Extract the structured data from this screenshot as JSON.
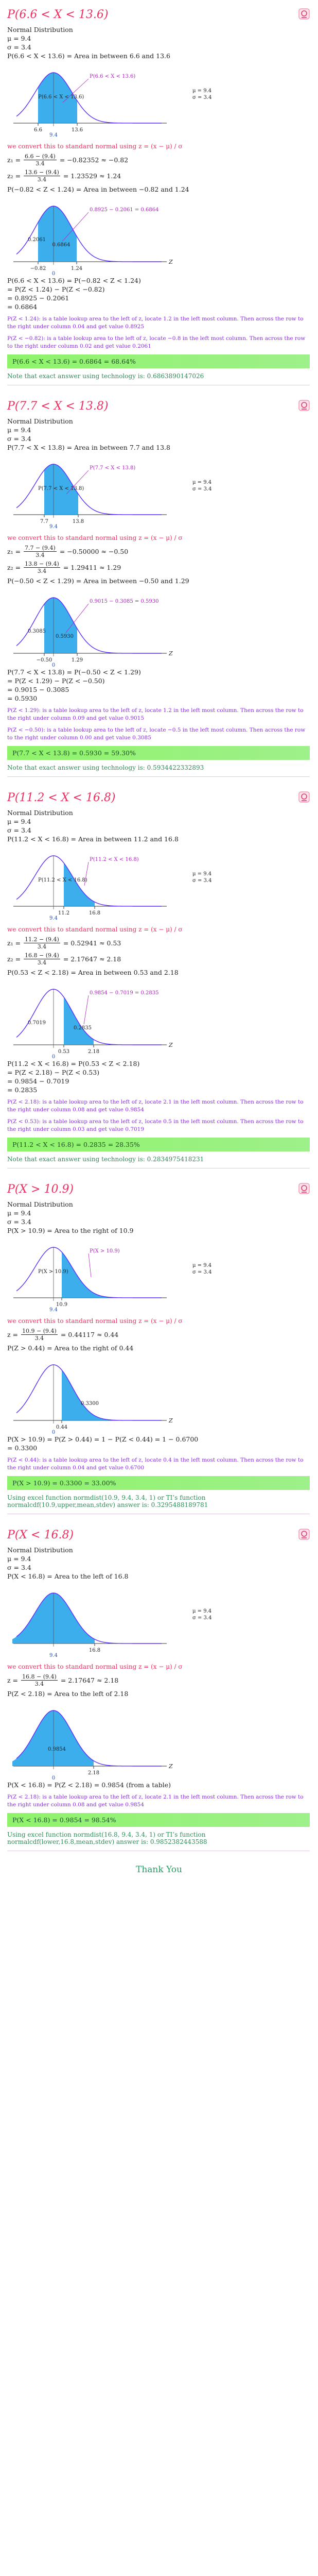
{
  "sections": [
    {
      "title": "P(6.6 < X < 13.6)",
      "intro": [
        "Normal Distribution",
        "μ = 9.4",
        "σ = 3.4",
        "P(6.6 < X < 13.6) = Area in between 6.6 and 13.6"
      ],
      "graph1": {
        "label": "P(6.6 < X < 13.6)",
        "legend_mu": "μ = 9.4",
        "legend_sigma": "σ = 3.4",
        "ticks": [
          "6.6",
          "13.6"
        ],
        "mean_label": "9.4"
      },
      "std_line": "we convert this to standard normal using z = (x − μ) / σ",
      "calcs": [
        {
          "lhs": "z₁ =",
          "num": "6.6 − (9.4)",
          "den": "3.4",
          "rhs": "= −0.82352 ≈ −0.82"
        },
        {
          "lhs": "z₂ =",
          "num": "13.6 − (9.4)",
          "den": "3.4",
          "rhs": "= 1.23529 ≈ 1.24"
        }
      ],
      "after_calc": "P(−0.82 < Z < 1.24) = Area in between −0.82 and 1.24",
      "graph2": {
        "area_label": "0.8925 − 0.2061 = 0.6864",
        "left_val": "0.2061",
        "right_val": "0.6864",
        "ticks": [
          "−0.82",
          "1.24"
        ],
        "axis": "Z"
      },
      "steps": [
        "P(6.6 < X < 13.6) = P(−0.82 < Z < 1.24)",
        "= P(Z < 1.24) − P(Z < −0.82)",
        "= 0.8925 − 0.2061",
        "= 0.6864"
      ],
      "notes": [
        "P(Z < 1.24): is a table lookup area to the left of z, locate 1.2 in the left most column. Then across the row to the right under column 0.04 and get value 0.8925",
        "P(Z < −0.82): is a table lookup area to the left of z, locate −0.8 in the left most column. Then across the row to the right under column 0.02 and get value 0.2061"
      ],
      "result": "P(6.6 < X < 13.6) = 0.6864 = 68.64%",
      "exact": "Note that exact answer using technology is: 0.6863890147026"
    },
    {
      "title": "P(7.7 < X < 13.8)",
      "intro": [
        "Normal Distribution",
        "μ = 9.4",
        "σ = 3.4",
        "P(7.7 < X < 13.8) = Area in between 7.7 and 13.8"
      ],
      "graph1": {
        "label": "P(7.7 < X < 13.8)",
        "legend_mu": "μ = 9.4",
        "legend_sigma": "σ = 3.4",
        "ticks": [
          "7.7",
          "13.8"
        ],
        "mean_label": "9.4"
      },
      "std_line": "we convert this to standard normal using z = (x − μ) / σ",
      "calcs": [
        {
          "lhs": "z₁ =",
          "num": "7.7 − (9.4)",
          "den": "3.4",
          "rhs": "= −0.50000 ≈ −0.50"
        },
        {
          "lhs": "z₂ =",
          "num": "13.8 − (9.4)",
          "den": "3.4",
          "rhs": "= 1.29411 ≈ 1.29"
        }
      ],
      "after_calc": "P(−0.50 < Z < 1.29) = Area in between −0.50 and 1.29",
      "graph2": {
        "area_label": "0.9015 − 0.3085 = 0.5930",
        "left_val": "0.3085",
        "right_val": "0.5930",
        "ticks": [
          "−0.50",
          "1.29"
        ],
        "axis": "Z"
      },
      "steps": [
        "P(7.7 < X < 13.8) = P(−0.50 < Z < 1.29)",
        "= P(Z < 1.29) − P(Z < −0.50)",
        "= 0.9015 − 0.3085",
        "= 0.5930"
      ],
      "notes": [
        "P(Z < 1.29): is a table lookup area to the left of z, locate 1.2 in the left most column. Then across the row to the right under column 0.09 and get value 0.9015",
        "P(Z < −0.50): is a table lookup area to the left of z, locate −0.5 in the left most column. Then across the row to the right under column 0.00 and get value 0.3085"
      ],
      "result": "P(7.7 < X < 13.8) = 0.5930 = 59.30%",
      "exact": "Note that exact answer using technology is: 0.5934422332893"
    },
    {
      "title": "P(11.2 < X < 16.8)",
      "intro": [
        "Normal Distribution",
        "μ = 9.4",
        "σ = 3.4",
        "P(11.2 < X < 16.8) = Area in between 11.2 and 16.8"
      ],
      "graph1": {
        "label": "P(11.2 < X < 16.8)",
        "legend_mu": "μ = 9.4",
        "legend_sigma": "σ = 3.4",
        "ticks": [
          "11.2",
          "16.8"
        ],
        "mean_label": "9.4"
      },
      "std_line": "we convert this to standard normal using z = (x − μ) / σ",
      "calcs": [
        {
          "lhs": "z₁ =",
          "num": "11.2 − (9.4)",
          "den": "3.4",
          "rhs": "= 0.52941 ≈ 0.53"
        },
        {
          "lhs": "z₂ =",
          "num": "16.8 − (9.4)",
          "den": "3.4",
          "rhs": "= 2.17647 ≈ 2.18"
        }
      ],
      "after_calc": "P(0.53 < Z < 2.18) = Area in between 0.53 and 2.18",
      "graph2": {
        "area_label": "0.9854 − 0.7019 = 0.2835",
        "left_val": "0.7019",
        "right_val": "0.2835",
        "ticks": [
          "0.53",
          "2.18"
        ],
        "axis": "Z"
      },
      "steps": [
        "P(11.2 < X < 16.8) = P(0.53 < Z < 2.18)",
        "= P(Z < 2.18) − P(Z < 0.53)",
        "= 0.9854 − 0.7019",
        "= 0.2835"
      ],
      "notes": [
        "P(Z < 2.18): is a table lookup area to the left of z, locate 2.1 in the left most column. Then across the row to the right under column 0.08 and get value 0.9854",
        "P(Z < 0.53): is a table lookup area to the left of z, locate 0.5 in the left most column. Then across the row to the right under column 0.03 and get value 0.7019"
      ],
      "result": "P(11.2 < X < 16.8) = 0.2835 = 28.35%",
      "exact": "Note that exact answer using technology is: 0.2834975418231"
    },
    {
      "title": "P(X > 10.9)",
      "intro": [
        "Normal Distribution",
        "μ = 9.4",
        "σ = 3.4",
        "P(X > 10.9) = Area to the right of 10.9"
      ],
      "graph1": {
        "label": "P(X > 10.9)",
        "legend_mu": "μ = 9.4",
        "legend_sigma": "σ = 3.4",
        "ticks": [
          "10.9"
        ],
        "mean_label": "9.4"
      },
      "std_line": "we convert this to standard normal using z = (x − μ) / σ",
      "calcs": [
        {
          "lhs": "z =",
          "num": "10.9 − (9.4)",
          "den": "3.4",
          "rhs": "= 0.44117 ≈ 0.44"
        }
      ],
      "after_calc": "P(Z > 0.44) = Area to the right of 0.44",
      "graph2": {
        "area_label": "",
        "left_val": "",
        "right_val": "0.3300",
        "ticks": [
          "0.44"
        ],
        "axis": "Z"
      },
      "steps": [
        "P(X > 10.9) = P(Z > 0.44) = 1 − P(Z < 0.44) = 1 − 0.6700",
        "= 0.3300"
      ],
      "notes": [
        "P(Z < 0.44): is a table lookup area to the left of z, locate 0.4 in the left most column. Then across the row to the right under column 0.04 and get value 0.6700"
      ],
      "result": "P(X > 10.9) = 0.3300 = 33.00%",
      "exact": "Using excel function normdist(10.9, 9.4, 3.4, 1) or TI’s function normalcdf(10.9,upper,mean,stdev) answer is: 0.3295488189781"
    },
    {
      "title": "P(X < 16.8)",
      "intro": [
        "Normal Distribution",
        "μ = 9.4",
        "σ = 3.4",
        "P(X < 16.8) = Area to the left of 16.8"
      ],
      "graph1": {
        "label": "",
        "legend_mu": "μ = 9.4",
        "legend_sigma": "σ = 3.4",
        "ticks": [
          "16.8"
        ],
        "mean_label": "9.4"
      },
      "std_line": "we convert this to standard normal using z = (x − μ) / σ",
      "calcs": [
        {
          "lhs": "z =",
          "num": "16.8 − (9.4)",
          "den": "3.4",
          "rhs": "= 2.17647 ≈ 2.18"
        }
      ],
      "after_calc": "P(Z < 2.18) = Area to the left of 2.18",
      "graph2": {
        "area_label": "",
        "left_val": "",
        "right_val": "0.9854",
        "ticks": [
          "2.18"
        ],
        "axis": "Z"
      },
      "steps": [
        "P(X < 16.8) = P(Z < 2.18) = 0.9854 (from a table)"
      ],
      "notes": [
        "P(Z < 2.18): is a table lookup area to the left of z, locate 2.1 in the left most column. Then across the row to the right under column 0.08 and get value 0.9854"
      ],
      "result": "P(X < 16.8) = 0.9854 = 98.54%",
      "exact": "Using excel function normdist(16.8, 9.4, 3.4, 1) or TI’s function normalcdf(lower,16.8,mean,stdev) answer is: 0.9852382443588"
    }
  ],
  "footer": {
    "thank_you": "Thank You"
  }
}
